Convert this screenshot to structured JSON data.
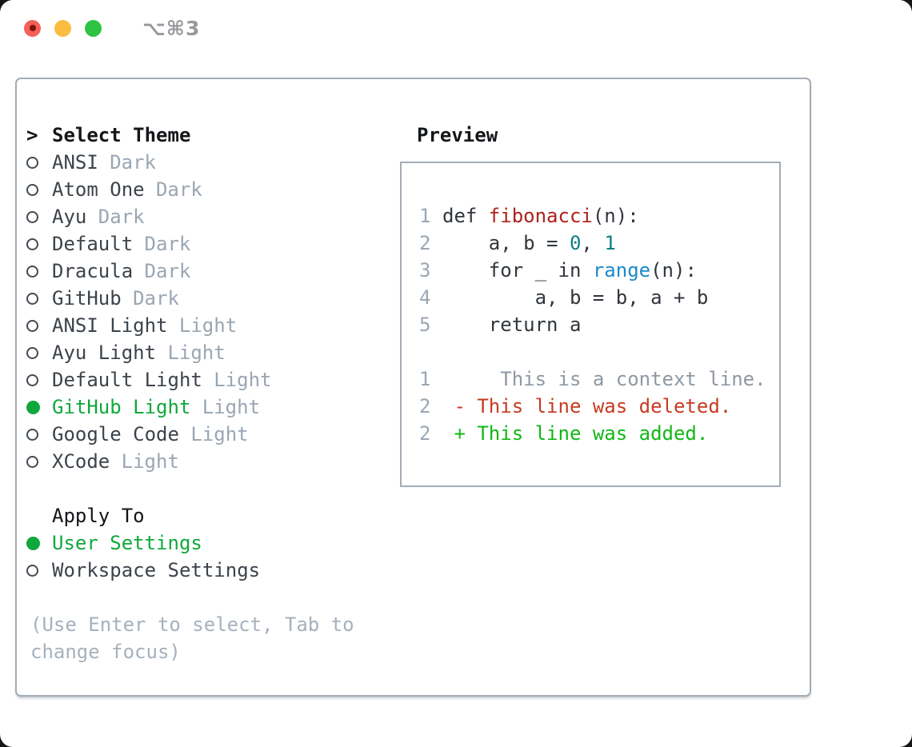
{
  "titlebar": {
    "title": "⌥⌘3",
    "buttons": [
      {
        "name": "close"
      },
      {
        "name": "minimize"
      },
      {
        "name": "zoom"
      }
    ]
  },
  "theme_picker": {
    "prompt": ">",
    "title": "Select Theme",
    "themes": [
      {
        "name": "ANSI",
        "variant": "Dark",
        "selected": false
      },
      {
        "name": "Atom One",
        "variant": "Dark",
        "selected": false
      },
      {
        "name": "Ayu",
        "variant": "Dark",
        "selected": false
      },
      {
        "name": "Default",
        "variant": "Dark",
        "selected": false
      },
      {
        "name": "Dracula",
        "variant": "Dark",
        "selected": false
      },
      {
        "name": "GitHub",
        "variant": "Dark",
        "selected": false
      },
      {
        "name": "ANSI Light",
        "variant": "Light",
        "selected": false
      },
      {
        "name": "Ayu Light",
        "variant": "Light",
        "selected": false
      },
      {
        "name": "Default Light",
        "variant": "Light",
        "selected": false
      },
      {
        "name": "GitHub Light",
        "variant": "Light",
        "selected": true
      },
      {
        "name": "Google Code",
        "variant": "Light",
        "selected": false
      },
      {
        "name": "XCode",
        "variant": "Light",
        "selected": false
      }
    ],
    "apply_to": {
      "title": "Apply To",
      "options": [
        {
          "label": "User Settings",
          "selected": true
        },
        {
          "label": "Workspace Settings",
          "selected": false
        }
      ]
    },
    "hint": "(Use Enter to select, Tab to change focus)"
  },
  "preview": {
    "title": "Preview",
    "code_lines": [
      {
        "num": "1",
        "tokens": [
          {
            "text": "def ",
            "style": "code"
          },
          {
            "text": "fibonacci",
            "style": "function"
          },
          {
            "text": "(n):",
            "style": "code"
          }
        ]
      },
      {
        "num": "2",
        "tokens": [
          {
            "text": "    a, b = ",
            "style": "code"
          },
          {
            "text": "0",
            "style": "number"
          },
          {
            "text": ", ",
            "style": "code"
          },
          {
            "text": "1",
            "style": "number"
          }
        ]
      },
      {
        "num": "3",
        "tokens": [
          {
            "text": "    for _ in ",
            "style": "code"
          },
          {
            "text": "range",
            "style": "builtin"
          },
          {
            "text": "(n):",
            "style": "code"
          }
        ]
      },
      {
        "num": "4",
        "tokens": [
          {
            "text": "        a, b = b, a + b",
            "style": "code"
          }
        ]
      },
      {
        "num": "5",
        "tokens": [
          {
            "text": "    return a",
            "style": "code"
          }
        ]
      },
      {
        "num": "",
        "tokens": []
      },
      {
        "num": "1",
        "tokens": [
          {
            "text": "     This is a context line.",
            "style": "context"
          }
        ]
      },
      {
        "num": "2",
        "tokens": [
          {
            "text": " - This line was deleted.",
            "style": "deleted"
          }
        ]
      },
      {
        "num": "2",
        "tokens": [
          {
            "text": " + This line was added.",
            "style": "added"
          }
        ]
      }
    ]
  },
  "colors": {
    "selected_green": "#10a83c",
    "added_green": "#12b714",
    "deleted_red": "#c53b21",
    "function_red": "#ae211d",
    "number_teal": "#0d7f87",
    "builtin_blue": "#1b8ac9",
    "code_text": "#30363d",
    "muted_gray": "#9aa6b3",
    "hint_gray": "#a6b1bd",
    "heading_black": "#14171a",
    "panel_border": "#a4adb6",
    "traffic_red": "#f4605a",
    "traffic_yellow": "#fbbd3e",
    "traffic_green": "#2ec342"
  }
}
